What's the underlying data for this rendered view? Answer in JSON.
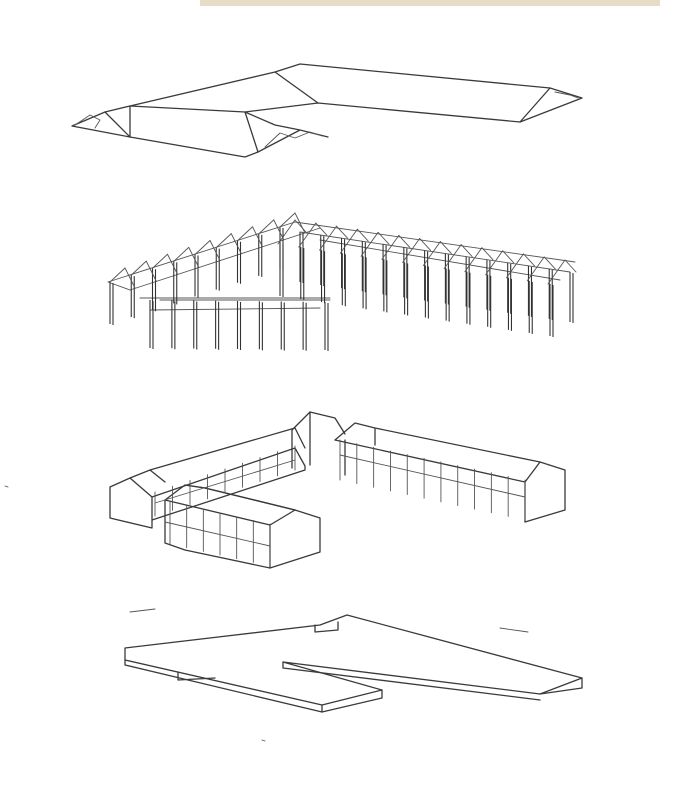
{
  "figure": {
    "paper_color": "#ffffff",
    "ink_color": "#3a3a3a",
    "tape_color": "#e6dcc8",
    "layers": [
      {
        "id": "roof"
      },
      {
        "id": "timber-frame"
      },
      {
        "id": "walls"
      },
      {
        "id": "floor-plan"
      }
    ]
  }
}
